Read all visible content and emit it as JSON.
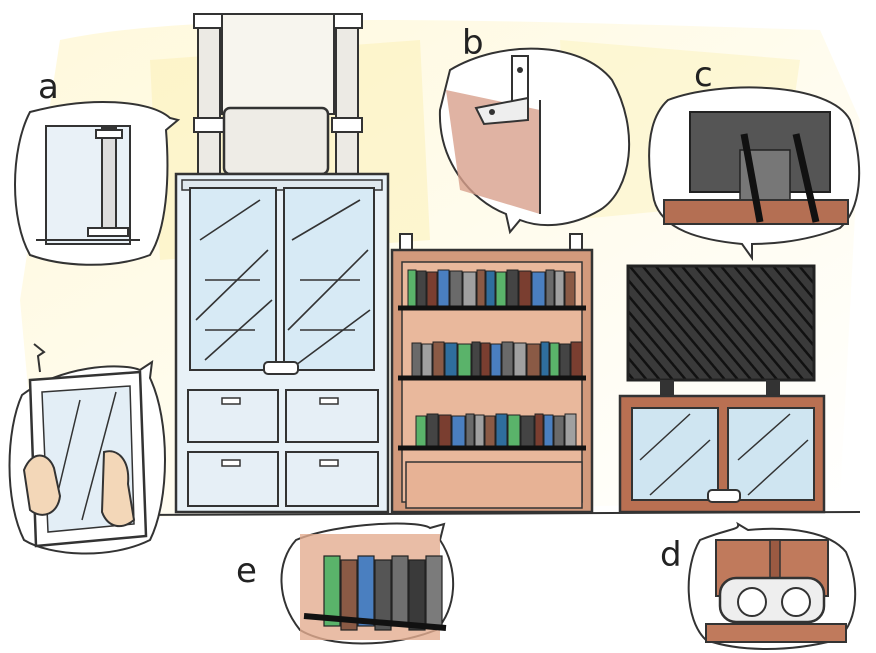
{
  "callouts": {
    "a": "a",
    "b": "b",
    "c": "c",
    "d": "d",
    "e": "e"
  },
  "colors": {
    "wood": "#c98a6a",
    "wood_dark": "#8a5a45",
    "glass": "#dfeef7",
    "tv_screen": "#2a2a2a",
    "wash_yellow": "#fbf4c8",
    "book_green": "#5ab36a",
    "book_blue": "#4a7fc0",
    "strap": "#222222"
  },
  "icons": [
    "wall-cabinet-icon",
    "bookshelf-icon",
    "tv-stand-icon",
    "monitor-icon",
    "anchor-bracket-icon",
    "hand-icon",
    "child-lock-icon"
  ]
}
